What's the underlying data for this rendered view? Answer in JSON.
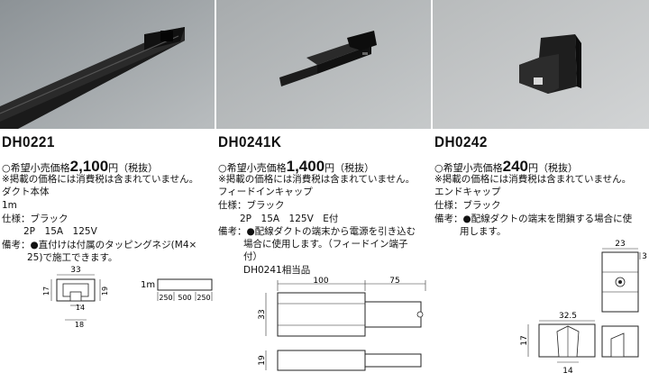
{
  "products": [
    {
      "model": "DH0221",
      "price_prefix": "○希望小売価格",
      "price": "2,100",
      "price_suffix": "円（税抜）",
      "tax_note": "※掲載の価格には消費税は含まれていません。",
      "name": "ダクト本体",
      "length": "1m",
      "spec_color": "仕様：ブラック",
      "spec_rating": "2P　15A　125V",
      "note_line1": "備考：●直付けは付属のタッピングネジ(M4×",
      "note_line2": "25)で施工できます。",
      "dims": {
        "w": "33",
        "h": "17",
        "h2": "19",
        "in1": "14",
        "in2": "18",
        "len_label": "1m",
        "seg1": "250",
        "seg2": "500",
        "seg3": "250"
      }
    },
    {
      "model": "DH0241K",
      "price_prefix": "○希望小売価格",
      "price": "1,400",
      "price_suffix": "円（税抜）",
      "tax_note": "※掲載の価格には消費税は含まれていません。",
      "name": "フィードインキャップ",
      "spec_color": "仕様：ブラック",
      "spec_rating": "2P　15A　125V　E付",
      "note_line1": "備考：●配線ダクトの端末から電源を引き込む",
      "note_line2": "場合に使用します。（フィードイン端子",
      "note_line3": "付）",
      "equiv": "DH0241相当品",
      "dims": {
        "a": "100",
        "b": "75",
        "h": "33",
        "h2": "19"
      }
    },
    {
      "model": "DH0242",
      "price_prefix": "○希望小売価格",
      "price": "240",
      "price_suffix": "円（税抜）",
      "tax_note": "※掲載の価格には消費税は含まれていません。",
      "name": "エンドキャップ",
      "spec_color": "仕様：ブラック",
      "note_line1": "備考：●配線ダクトの端末を閉鎖する場合に使",
      "note_line2": "用します。",
      "dims": {
        "top": "23",
        "side": "3",
        "w": "32.5",
        "h": "17",
        "bottom": "14"
      }
    }
  ]
}
